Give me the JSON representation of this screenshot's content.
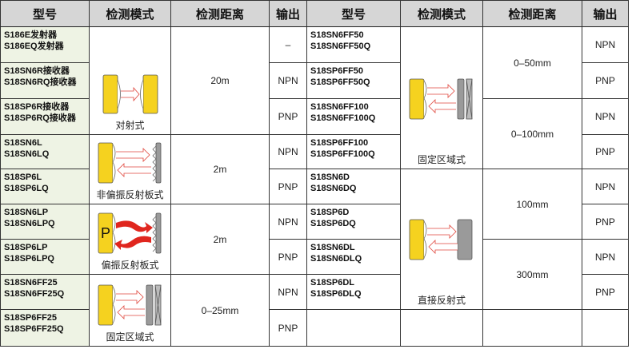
{
  "headers": [
    "型号",
    "检测模式",
    "检测距离",
    "输出",
    "型号",
    "检测模式",
    "检测距离",
    "输出"
  ],
  "left": {
    "rows": [
      {
        "models": [
          "S186E发射器",
          "S186EQ发射器"
        ],
        "output": "–"
      },
      {
        "models": [
          "S18SN6R接收器",
          "S18SN6RQ接收器"
        ],
        "output": "NPN"
      },
      {
        "models": [
          "S18SP6R接收器",
          "S18SP6RQ接收器"
        ],
        "output": "PNP"
      },
      {
        "models": [
          "S18SN6L",
          "S18SN6LQ"
        ],
        "output": "NPN"
      },
      {
        "models": [
          "S18SP6L",
          "S18SP6LQ"
        ],
        "output": "PNP"
      },
      {
        "models": [
          "S18SN6LP",
          "S18SN6LPQ"
        ],
        "output": "NPN"
      },
      {
        "models": [
          "S18SP6LP",
          "S18SP6LPQ"
        ],
        "output": "PNP"
      },
      {
        "models": [
          "S18SN6FF25",
          "S18SN6FF25Q"
        ],
        "output": "NPN"
      },
      {
        "models": [
          "S18SP6FF25",
          "S18SP6FF25Q"
        ],
        "output": "PNP"
      }
    ],
    "groups": [
      {
        "mode": "对射式",
        "icon": "opposed-mode-icon",
        "distance": "20m"
      },
      {
        "mode": "非偏振反射板式",
        "icon": "non-polarized-retroreflective-icon",
        "distance": "2m"
      },
      {
        "mode": "偏振反射板式",
        "icon": "polarized-retroreflective-icon",
        "icon_letter": "P",
        "distance": "2m"
      },
      {
        "mode": "固定区域式",
        "icon": "fixed-field-icon",
        "distance": "0–25mm"
      }
    ]
  },
  "right": {
    "rows": [
      {
        "models": [
          "S18SN6FF50",
          "S18SN6FF50Q"
        ],
        "output": "NPN"
      },
      {
        "models": [
          "S18SP6FF50",
          "S18SP6FF50Q"
        ],
        "output": "PNP"
      },
      {
        "models": [
          "S18SN6FF100",
          "S18SN6FF100Q"
        ],
        "output": "NPN"
      },
      {
        "models": [
          "S18SP6FF100",
          "S18SP6FF100Q"
        ],
        "output": "PNP"
      },
      {
        "models": [
          "S18SN6D",
          "S18SN6DQ"
        ],
        "output": "NPN"
      },
      {
        "models": [
          "S18SP6D",
          "S18SP6DQ"
        ],
        "output": "PNP"
      },
      {
        "models": [
          "S18SN6DL",
          "S18SN6DLQ"
        ],
        "output": "NPN"
      },
      {
        "models": [
          "S18SP6DL",
          "S18SP6DLQ"
        ],
        "output": "PNP"
      },
      {
        "models": [
          "",
          ""
        ],
        "output": ""
      }
    ],
    "modes": [
      {
        "mode": "固定区域式",
        "icon": "fixed-field-icon"
      },
      {
        "mode": "直接反射式",
        "icon": "diffuse-mode-icon"
      }
    ],
    "distances": [
      "0–50mm",
      "0–100mm",
      "100mm",
      "300mm"
    ]
  },
  "colors": {
    "header_bg": "#d6d6d6",
    "model_bg": "#eef3e4",
    "sensor_yellow": "#f5d21f",
    "arrow_red": "#e0463c",
    "reflector_gray": "#9a9a9a"
  }
}
